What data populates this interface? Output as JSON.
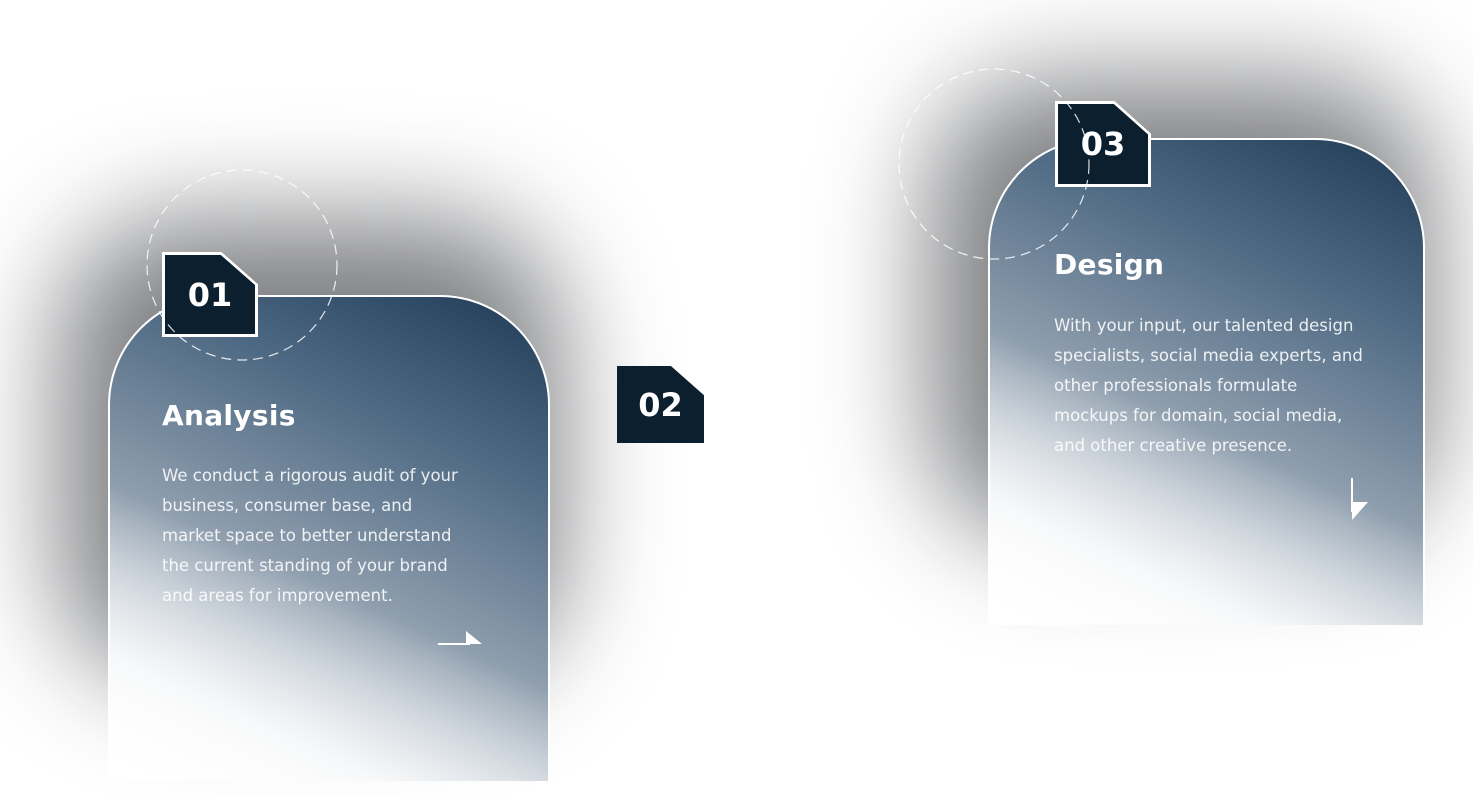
{
  "steps": [
    {
      "number": "01",
      "title": "Analysis",
      "body": "We conduct a rigorous audit of your business, consumer base, and market space to better understand the current standing of your brand and areas for improvement.",
      "arrow_icon": "arrow-right-icon"
    },
    {
      "number": "02"
    },
    {
      "number": "03",
      "title": "Design",
      "body": "With your input, our talented design specialists, social media experts, and other professionals formulate mockups for domain, social media, and other creative presence.",
      "arrow_icon": "arrow-down-icon"
    }
  ],
  "colors": {
    "badge": "#0c1f2f",
    "card_top": "#1f3a55",
    "card_fade": "#ffffff",
    "text": "#ffffff"
  }
}
